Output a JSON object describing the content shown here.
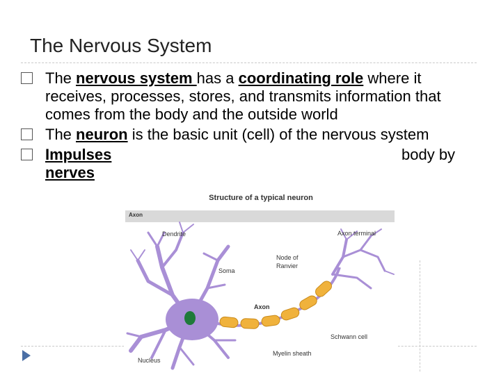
{
  "title": "The Nervous System",
  "bullets": [
    {
      "parts": [
        {
          "text": "The ",
          "style": "plain"
        },
        {
          "text": "nervous system ",
          "style": "ul"
        },
        {
          "text": "has a ",
          "style": "plain"
        },
        {
          "text": "coordinating role",
          "style": "ul"
        },
        {
          "text": " where it receives, processes, stores, and transmits information that comes from the body and the outside world",
          "style": "plain"
        }
      ]
    },
    {
      "parts": [
        {
          "text": "The ",
          "style": "plain"
        },
        {
          "text": "neuron",
          "style": "ul"
        },
        {
          "text": " is the basic unit (cell) of the nervous system",
          "style": "plain"
        }
      ]
    },
    {
      "parts": [
        {
          "text": "Impulses",
          "style": "ul"
        },
        {
          "text": " ",
          "style": "plain"
        },
        {
          "text": "body by",
          "style": "plain"
        },
        {
          "text": "nerves",
          "style": "ul"
        }
      ]
    }
  ],
  "figure": {
    "title": "Structure of a typical neuron",
    "bar_label": "Axon",
    "labels": {
      "dendrite": "Dendrite",
      "axon_terminal": "Axon terminal",
      "node_of_ranvier": "Node of Ranvier",
      "soma": "Soma",
      "axon": "Axon",
      "schwann_cell": "Schwann cell",
      "nucleus": "Nucleus",
      "myelin_sheath": "Myelin sheath"
    }
  },
  "colors": {
    "dendrite": "#a98fd6",
    "myelin": "#f0b23c",
    "nucleus": "#1f7a3a",
    "accent": "#4a6fa5"
  }
}
